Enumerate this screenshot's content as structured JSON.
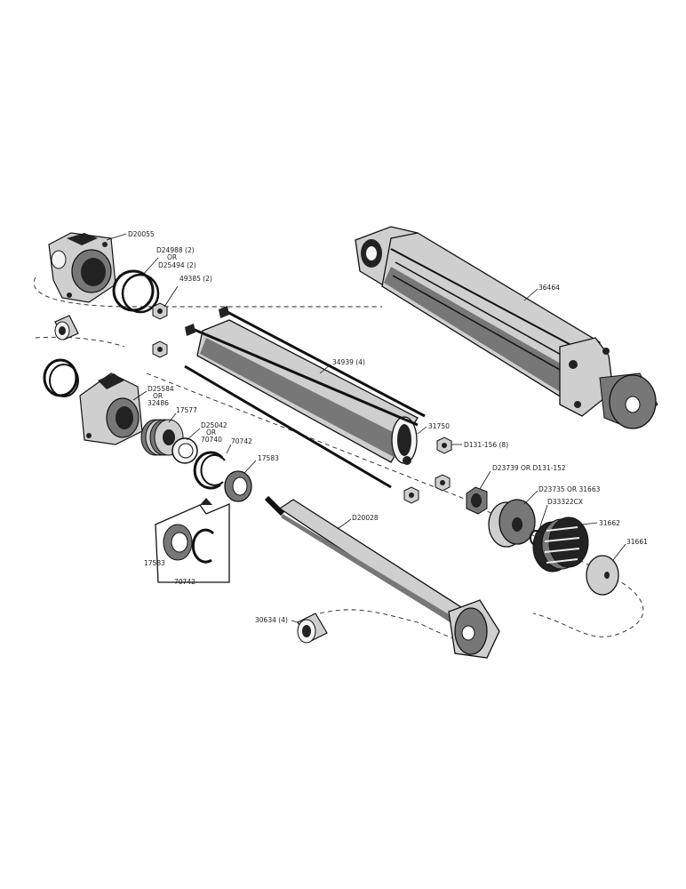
{
  "labels": {
    "d20055": "D20055",
    "d24988": "D24988 (2)",
    "or_1": "OR",
    "d25494": "D25494 (2)",
    "n49385": "49385 (2)",
    "d25584": "D25584",
    "or_2": "OR",
    "n32486": "32486",
    "n17577": "17577",
    "d25042": "D25042",
    "or_3": "OR",
    "n70740": "70740",
    "n70742_a": "70742",
    "n17583_a": "17583",
    "n34939": "34939 (4)",
    "n31750": "31750",
    "d131_156": "D131-156 (8)",
    "n36464": "36464",
    "d23739": "D23739  OR  D131-152",
    "d23735": "D23735  OR  31663",
    "d33322": "D33322CX",
    "n31662": "31662",
    "n31661": "31661",
    "d20028": "D20028",
    "n17583_b": "17583",
    "n70742_b": "70742",
    "n30634": "30634 (4)"
  }
}
